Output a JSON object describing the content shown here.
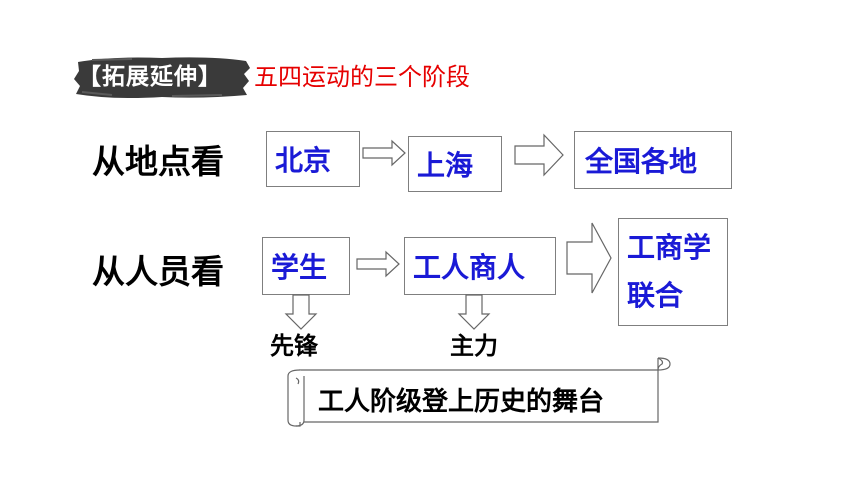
{
  "header": {
    "tag": "【拓展延伸】",
    "title": "五四运动的三个阶段"
  },
  "rows": {
    "place": {
      "label": "从地点看",
      "stages": [
        "北京",
        "上海",
        "全国各地"
      ]
    },
    "people": {
      "label": "从人员看",
      "stages": [
        "学生",
        "工人商人"
      ],
      "final_line1": "工商学",
      "final_line2": "联合"
    }
  },
  "roles": {
    "students": "先锋",
    "workers": "主力"
  },
  "scroll": {
    "text": "工人阶级登上历史的舞台"
  },
  "colors": {
    "title_red": "#e60000",
    "box_text_blue": "#1a1ad6",
    "box_border": "#7f7f7f",
    "brush_dark": "#3a3a3a"
  }
}
